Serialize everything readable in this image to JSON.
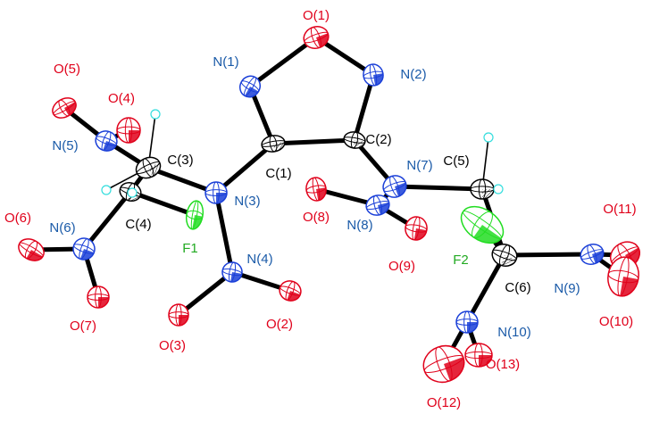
{
  "colors": {
    "bond": "#000000",
    "O": "#e0001a",
    "N": "#1a3fd8",
    "C": "#000000",
    "F": "#22dd22",
    "H": "#33dddd",
    "label_O": "#e0001a",
    "label_N": "#1a5aa8",
    "label_C": "#000000",
    "label_F": "#22aa22"
  },
  "atoms": [
    {
      "id": "O1",
      "el": "O",
      "label": "O(1)"
    },
    {
      "id": "N1",
      "el": "N",
      "label": "N(1)"
    },
    {
      "id": "N2",
      "el": "N",
      "label": "N(2)"
    },
    {
      "id": "C1",
      "el": "C",
      "label": "C(1)"
    },
    {
      "id": "C2",
      "el": "C",
      "label": "C(2)"
    },
    {
      "id": "N3",
      "el": "N",
      "label": "N(3)"
    },
    {
      "id": "N7",
      "el": "N",
      "label": "N(7)"
    },
    {
      "id": "C3",
      "el": "C",
      "label": "C(3)"
    },
    {
      "id": "C4",
      "el": "C",
      "label": "C(4)"
    },
    {
      "id": "O4",
      "el": "O",
      "label": "O(4)"
    },
    {
      "id": "O5",
      "el": "O",
      "label": "O(5)"
    },
    {
      "id": "N5",
      "el": "N",
      "label": "N(5)"
    },
    {
      "id": "N6",
      "el": "N",
      "label": "N(6)"
    },
    {
      "id": "O6",
      "el": "O",
      "label": "O(6)"
    },
    {
      "id": "O7",
      "el": "O",
      "label": "O(7)"
    },
    {
      "id": "F1",
      "el": "F",
      "label": "F1"
    },
    {
      "id": "N4",
      "el": "N",
      "label": "N(4)"
    },
    {
      "id": "O3",
      "el": "O",
      "label": "O(3)"
    },
    {
      "id": "O2",
      "el": "O",
      "label": "O(2)"
    },
    {
      "id": "N8",
      "el": "N",
      "label": "N(8)"
    },
    {
      "id": "O8",
      "el": "O",
      "label": "O(8)"
    },
    {
      "id": "O9",
      "el": "O",
      "label": "O(9)"
    },
    {
      "id": "C5",
      "el": "C",
      "label": "C(5)"
    },
    {
      "id": "C6",
      "el": "C",
      "label": "C(6)"
    },
    {
      "id": "F2",
      "el": "F",
      "label": "F2"
    },
    {
      "id": "N9",
      "el": "N",
      "label": "N(9)"
    },
    {
      "id": "O11",
      "el": "O",
      "label": "O(11)"
    },
    {
      "id": "O10",
      "el": "O",
      "label": "O(10)"
    },
    {
      "id": "N10",
      "el": "N",
      "label": "N(10)"
    },
    {
      "id": "O13",
      "el": "O",
      "label": "O(13)"
    },
    {
      "id": "O12",
      "el": "O",
      "label": "O(12)"
    },
    {
      "id": "H3a",
      "el": "H",
      "label": ""
    },
    {
      "id": "H3b",
      "el": "H",
      "label": ""
    },
    {
      "id": "H4",
      "el": "H",
      "label": ""
    },
    {
      "id": "H5a",
      "el": "H",
      "label": ""
    },
    {
      "id": "H5b",
      "el": "H",
      "label": ""
    }
  ],
  "bonds": [
    [
      "O1",
      "N1"
    ],
    [
      "O1",
      "N2"
    ],
    [
      "N1",
      "C1"
    ],
    [
      "N2",
      "C2"
    ],
    [
      "C1",
      "C2"
    ],
    [
      "C1",
      "N3"
    ],
    [
      "N3",
      "C3"
    ],
    [
      "N3",
      "N4"
    ],
    [
      "N4",
      "O3"
    ],
    [
      "N4",
      "O2"
    ],
    [
      "C3",
      "C4"
    ],
    [
      "C3",
      "N5"
    ],
    [
      "N5",
      "O5"
    ],
    [
      "N5",
      "O4"
    ],
    [
      "C4",
      "N6"
    ],
    [
      "N6",
      "O6"
    ],
    [
      "N6",
      "O7"
    ],
    [
      "C4",
      "F1"
    ],
    [
      "C2",
      "N7"
    ],
    [
      "N7",
      "N8"
    ],
    [
      "N8",
      "O8"
    ],
    [
      "N8",
      "O9"
    ],
    [
      "N7",
      "C5"
    ],
    [
      "C5",
      "C6"
    ],
    [
      "C6",
      "F2"
    ],
    [
      "C6",
      "N9"
    ],
    [
      "N9",
      "O11"
    ],
    [
      "N9",
      "O10"
    ],
    [
      "C6",
      "N10"
    ],
    [
      "N10",
      "O13"
    ],
    [
      "N10",
      "O12"
    ],
    [
      "C3",
      "H3a"
    ],
    [
      "C4",
      "H4"
    ],
    [
      "C3",
      "H3b"
    ],
    [
      "C5",
      "H5a"
    ],
    [
      "C5",
      "H5b"
    ]
  ]
}
